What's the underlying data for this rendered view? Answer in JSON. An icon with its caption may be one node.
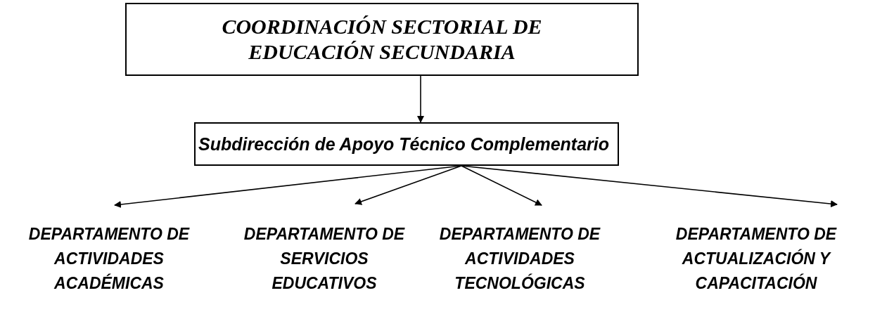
{
  "diagram": {
    "nodes": [
      {
        "text": [
          "COORDINACIÓN SECTORIAL DE EDUCACIÓN SECUNDARIA"
        ]
      },
      {
        "text": [
          "Subdirección de Apoyo Técnico Complementario"
        ]
      },
      {
        "text": [
          "DEPARTAMENTO DE ACTIVIDADES ACADÉMICAS"
        ]
      },
      {
        "text": [
          "DEPARTAMENTO DE SERVICIOS EDUCATIVOS"
        ]
      },
      {
        "text": [
          "DEPARTAMENTO DE ACTIVIDADES TECNOLÓGICAS"
        ]
      },
      {
        "text": [
          "DEPARTAMENTO DE ACTUALIZACIÓN Y CAPACITACIÓN"
        ]
      }
    ],
    "edges": [
      {
        "from": 0,
        "to": 1,
        "arrow": "to"
      },
      {
        "from": 1,
        "to": 2,
        "arrow": "to"
      },
      {
        "from": 1,
        "to": 3,
        "arrow": "to"
      },
      {
        "from": 1,
        "to": 4,
        "arrow": "to"
      },
      {
        "from": 1,
        "to": 5,
        "arrow": "to"
      }
    ]
  }
}
